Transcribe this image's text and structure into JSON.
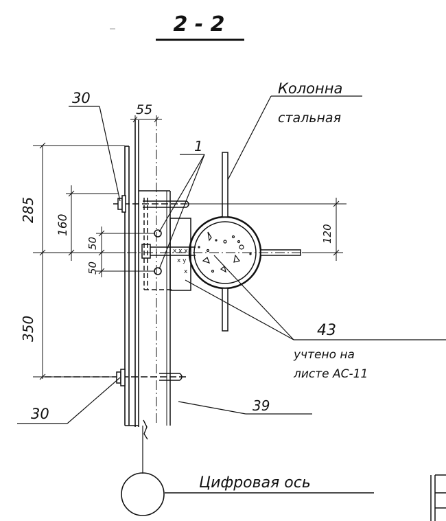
{
  "section_title": "2 - 2",
  "labels": {
    "column_line1": "Колонна",
    "column_line2": "стальная",
    "part_30_top": "30",
    "part_30_bottom": "30",
    "part_1": "1",
    "part_39": "39",
    "part_43": "43",
    "note_line1": "учтено на",
    "note_line2": "листе АС-11",
    "axis_label": "Цифровая ось"
  },
  "dimensions": {
    "d_55": "55",
    "d_285": "285",
    "d_160": "160",
    "d_50_top": "50",
    "d_50_bottom": "50",
    "d_350": "350",
    "d_120": "120"
  }
}
